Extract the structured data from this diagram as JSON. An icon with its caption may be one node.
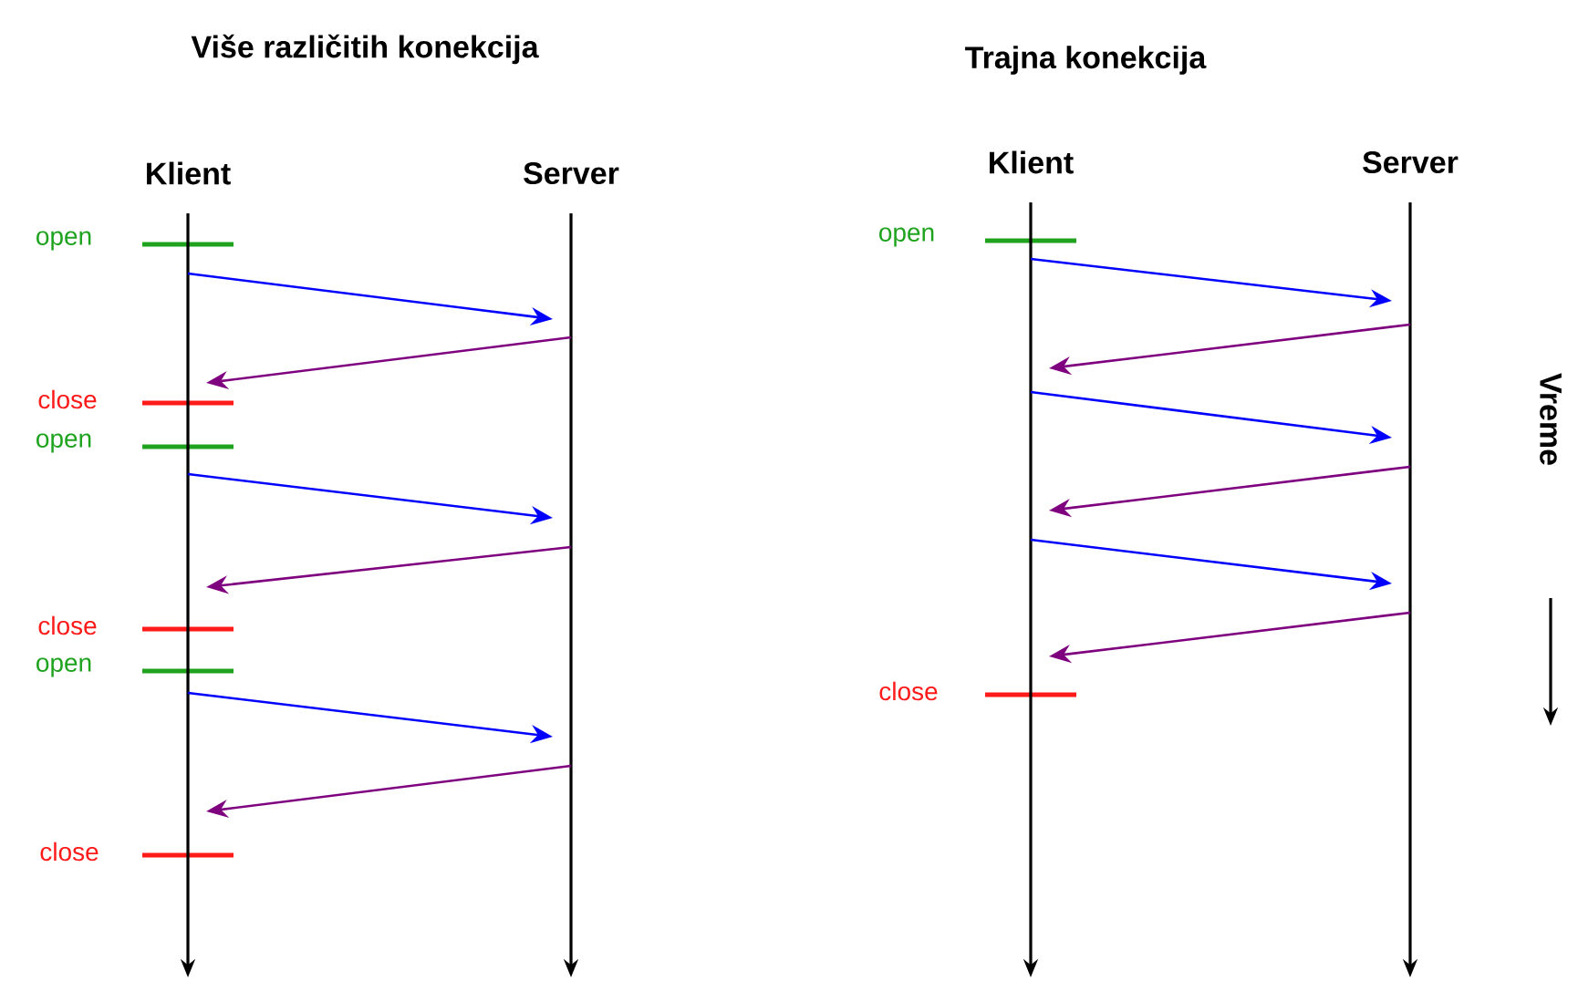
{
  "diagram": {
    "nodes": [
      {
        "text": [
          "Klient"
        ]
      },
      {
        "text": [
          "Server"
        ]
      },
      {
        "text": [
          "Klient"
        ]
      },
      {
        "text": [
          "Server"
        ]
      }
    ],
    "edges": [
      {
        "from": 0,
        "to": 1,
        "arrow": "to",
        "color": "#0000ff"
      },
      {
        "from": 1,
        "to": 0,
        "arrow": "to",
        "color": "#7f007f"
      },
      {
        "from": 0,
        "to": 1,
        "arrow": "to",
        "color": "#0000ff"
      },
      {
        "from": 1,
        "to": 0,
        "arrow": "to",
        "color": "#7f007f"
      },
      {
        "from": 0,
        "to": 1,
        "arrow": "to",
        "color": "#0000ff"
      },
      {
        "from": 1,
        "to": 0,
        "arrow": "to",
        "color": "#7f007f"
      },
      {
        "from": 2,
        "to": 3,
        "arrow": "to",
        "color": "#0000ff"
      },
      {
        "from": 3,
        "to": 2,
        "arrow": "to",
        "color": "#7f007f"
      },
      {
        "from": 2,
        "to": 3,
        "arrow": "to",
        "color": "#0000ff"
      },
      {
        "from": 3,
        "to": 2,
        "arrow": "to",
        "color": "#7f007f"
      },
      {
        "from": 2,
        "to": 3,
        "arrow": "to",
        "color": "#0000ff"
      },
      {
        "from": 3,
        "to": 2,
        "arrow": "to",
        "color": "#7f007f"
      }
    ],
    "labels": [
      "Više različitih konekcija",
      "Trajna konekcija",
      "open",
      "close",
      "open",
      "close",
      "open",
      "close",
      "open",
      "close",
      "Vreme"
    ]
  }
}
